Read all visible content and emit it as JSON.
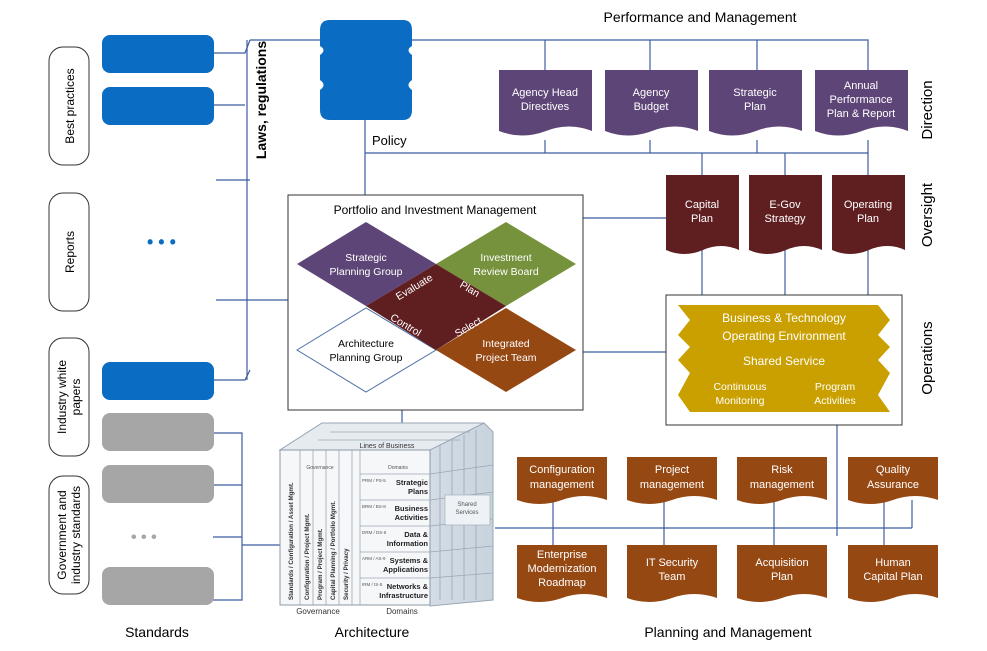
{
  "titles": {
    "performance": "Performance and Management",
    "standards": "Standards",
    "architecture": "Architecture",
    "planning": "Planning and Management"
  },
  "left_labels": {
    "best_practices": "Best practices",
    "reports": "Reports",
    "industry_white_papers": [
      "Industry white",
      "papers"
    ],
    "gov_standards": [
      "Government and",
      "industry standards"
    ]
  },
  "laws": "Laws, regulations",
  "policy": "Policy",
  "side_labels": {
    "direction": "Direction",
    "oversight": "Oversight",
    "operations": "Operations"
  },
  "direction_docs": [
    [
      "Agency Head",
      "Directives"
    ],
    [
      "Agency",
      "Budget"
    ],
    [
      "Strategic",
      "Plan"
    ],
    [
      "Annual",
      "Performance",
      "Plan & Report"
    ]
  ],
  "oversight_docs": [
    [
      "Capital",
      "Plan"
    ],
    [
      "E-Gov",
      "Strategy"
    ],
    [
      "Operating",
      "Plan"
    ]
  ],
  "portfolio": {
    "title": "Portfolio and Investment Management",
    "strategic": [
      "Strategic",
      "Planning Group"
    ],
    "investment": [
      "Investment",
      "Review Board"
    ],
    "architecture": [
      "Architecture",
      "Planning Group"
    ],
    "integrated": [
      "Integrated",
      "Project Team"
    ],
    "evaluate": "Evaluate",
    "plan": "Plan",
    "control": "Control",
    "select": "Select"
  },
  "operations": {
    "title": [
      "Business & Technology",
      "Operating Environment"
    ],
    "shared": "Shared Service",
    "continuous": [
      "Continuous",
      "Monitoring"
    ],
    "program": [
      "Program",
      "Activities"
    ]
  },
  "cube": {
    "top": "Lines of Business",
    "governance_small": "Governance",
    "domains_small": "Domains",
    "rows": [
      [
        "Strategic",
        "Plans"
      ],
      [
        "Business",
        "Activities"
      ],
      [
        "Data &",
        "Information"
      ],
      [
        "Systems &",
        "Applications"
      ],
      [
        "Networks &",
        "Infrastructure"
      ]
    ],
    "row_codes": [
      "PRM / PS-5",
      "BRM / BS-8",
      "DRM / DS-6",
      "ARM / AS-9",
      "IRM / IS-5"
    ],
    "columns": [
      "Standards / Configuration / Asset Mgmt.",
      "Configuration / Project Mgmt.",
      "Program / Project Mgmt.",
      "Capital Planning / Portfolio Mgmt.",
      "Security / Privacy"
    ],
    "shared_services": [
      "Shared",
      "Services"
    ],
    "governance": "Governance",
    "domains": "Domains"
  },
  "planning_docs_top": [
    [
      "Configuration",
      "management"
    ],
    [
      "Project",
      "management"
    ],
    [
      "Risk",
      "management"
    ],
    [
      "Quality",
      "Assurance"
    ]
  ],
  "planning_docs_bottom": [
    [
      "Enterprise",
      "Modernization",
      "Roadmap"
    ],
    [
      "IT Security",
      "Team"
    ],
    [
      "Acquisition",
      "Plan"
    ],
    [
      "Human",
      "Capital Plan"
    ]
  ],
  "ellipsis": "• • •",
  "colors": {
    "blue": "#0b6cc4",
    "gray": "#a6a6a6",
    "purple": "#5e4577",
    "maroon": "#5f1e20",
    "brown": "#964813",
    "gold": "#c9a000",
    "green": "#76923c",
    "line": "#3b5ca0"
  }
}
